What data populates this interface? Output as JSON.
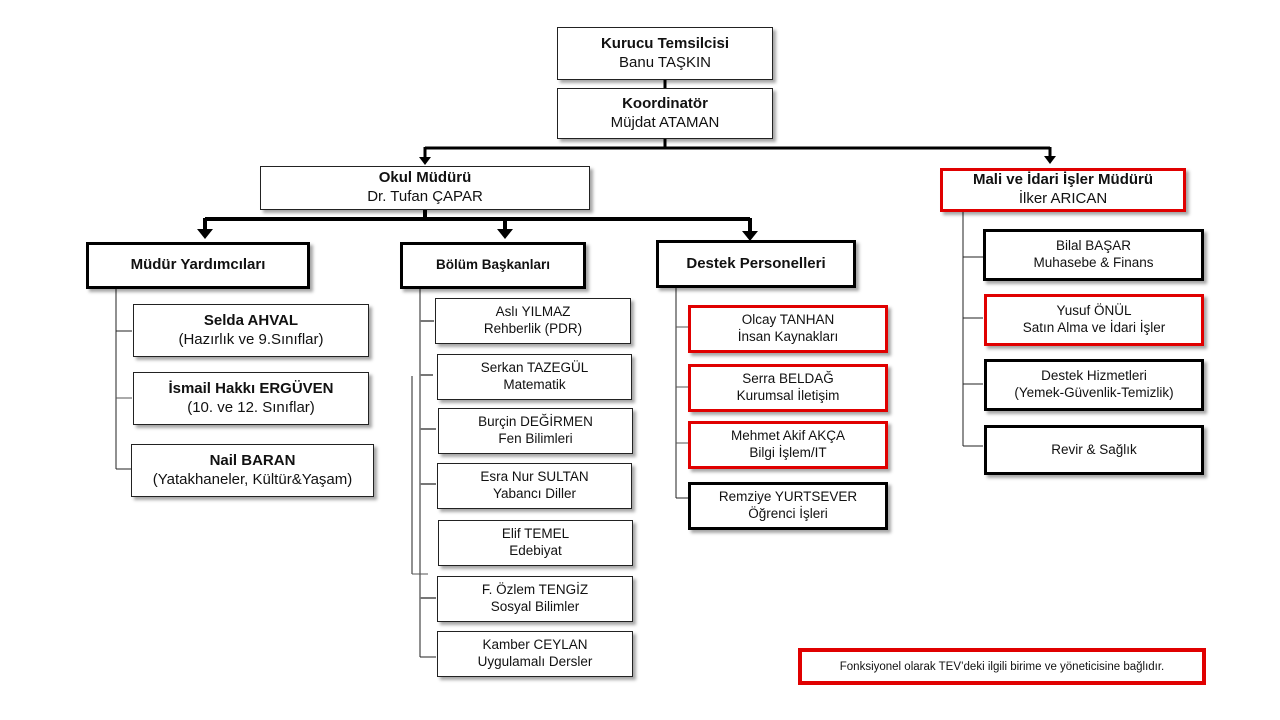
{
  "top": {
    "founder": {
      "title": "Kurucu Temsilcisi",
      "name": "Banu TAŞKIN"
    },
    "coordinator": {
      "title": "Koordinatör",
      "name": "Müjdat ATAMAN"
    }
  },
  "principal": {
    "title": "Okul Müdürü",
    "name": "Dr. Tufan ÇAPAR"
  },
  "finance_admin": {
    "title": "Mali ve İdari İşler Müdürü",
    "name": "İlker ARICAN",
    "highlight": "red",
    "items": [
      {
        "line1": "Bilal BAŞAR",
        "line2": "Muhasebe & Finans",
        "highlight": "black"
      },
      {
        "line1": "Yusuf ÖNÜL",
        "line2": "Satın Alma ve İdari İşler",
        "highlight": "red"
      },
      {
        "line1": "Destek Hizmetleri",
        "line2": "(Yemek-Güvenlik-Temizlik)",
        "highlight": "black"
      },
      {
        "line1": "Revir & Sağlık",
        "line2": "",
        "highlight": "black"
      }
    ]
  },
  "vice_principals": {
    "title": "Müdür Yardımcıları",
    "items": [
      {
        "name": "Selda AHVAL",
        "role": "(Hazırlık ve 9.Sınıflar)"
      },
      {
        "name": "İsmail Hakkı ERGÜVEN",
        "role": "(10. ve 12. Sınıflar)"
      },
      {
        "name": "Nail BARAN",
        "role": "(Yatakhaneler, Kültür&Yaşam)"
      }
    ]
  },
  "department_heads": {
    "title": "Bölüm Başkanları",
    "items": [
      {
        "name": "Aslı YILMAZ",
        "dept": "Rehberlik (PDR)"
      },
      {
        "name": "Serkan TAZEGÜL",
        "dept": "Matematik"
      },
      {
        "name": "Burçin DEĞİRMEN",
        "dept": "Fen Bilimleri"
      },
      {
        "name": "Esra Nur SULTAN",
        "dept": "Yabancı Diller"
      },
      {
        "name": "Elif TEMEL",
        "dept": "Edebiyat"
      },
      {
        "name": "F. Özlem TENGİZ",
        "dept": "Sosyal Bilimler"
      },
      {
        "name": "Kamber CEYLAN",
        "dept": "Uygulamalı Dersler"
      }
    ]
  },
  "support_staff": {
    "title": "Destek Personelleri",
    "items": [
      {
        "name": "Olcay TANHAN",
        "unit": "İnsan Kaynakları",
        "highlight": "red"
      },
      {
        "name": "Serra BELDAĞ",
        "unit": "Kurumsal İletişim",
        "highlight": "red"
      },
      {
        "name": "Mehmet Akif AKÇA",
        "unit": "Bilgi İşlem/IT",
        "highlight": "red"
      },
      {
        "name": "Remziye YURTSEVER",
        "unit": "Öğrenci İşleri",
        "highlight": "black"
      }
    ]
  },
  "note": {
    "text": "Fonksiyonel olarak TEV’deki ilgili birime ve yöneticisine bağlıdır.",
    "highlight": "red"
  },
  "colors": {
    "highlight_red": "#e00000",
    "line_black": "#000000"
  }
}
